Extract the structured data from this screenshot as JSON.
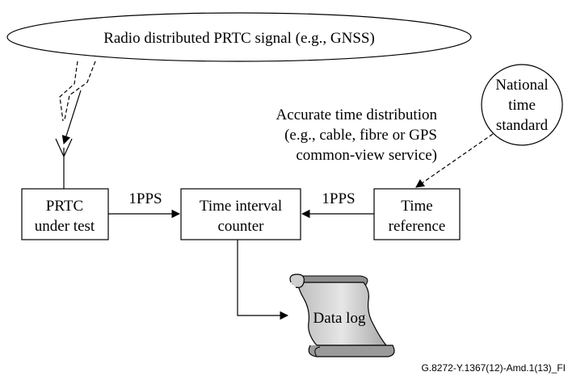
{
  "ellipse_label": "Radio distributed PRTC signal (e.g., GNSS)",
  "national_standard": [
    "National",
    "time",
    "standard"
  ],
  "accurate_time": [
    "Accurate time distribution",
    "(e.g., cable, fibre or GPS",
    "common-view service)"
  ],
  "prtc_box": [
    "PRTC",
    "under test"
  ],
  "tic_box": [
    "Time interval",
    "counter"
  ],
  "ref_box": [
    "Time",
    "reference"
  ],
  "left_pps": "1PPS",
  "right_pps": "1PPS",
  "data_log": "Data log",
  "figure_id": "G.8272-Y.1367(12)-Amd.1(13)_FI"
}
